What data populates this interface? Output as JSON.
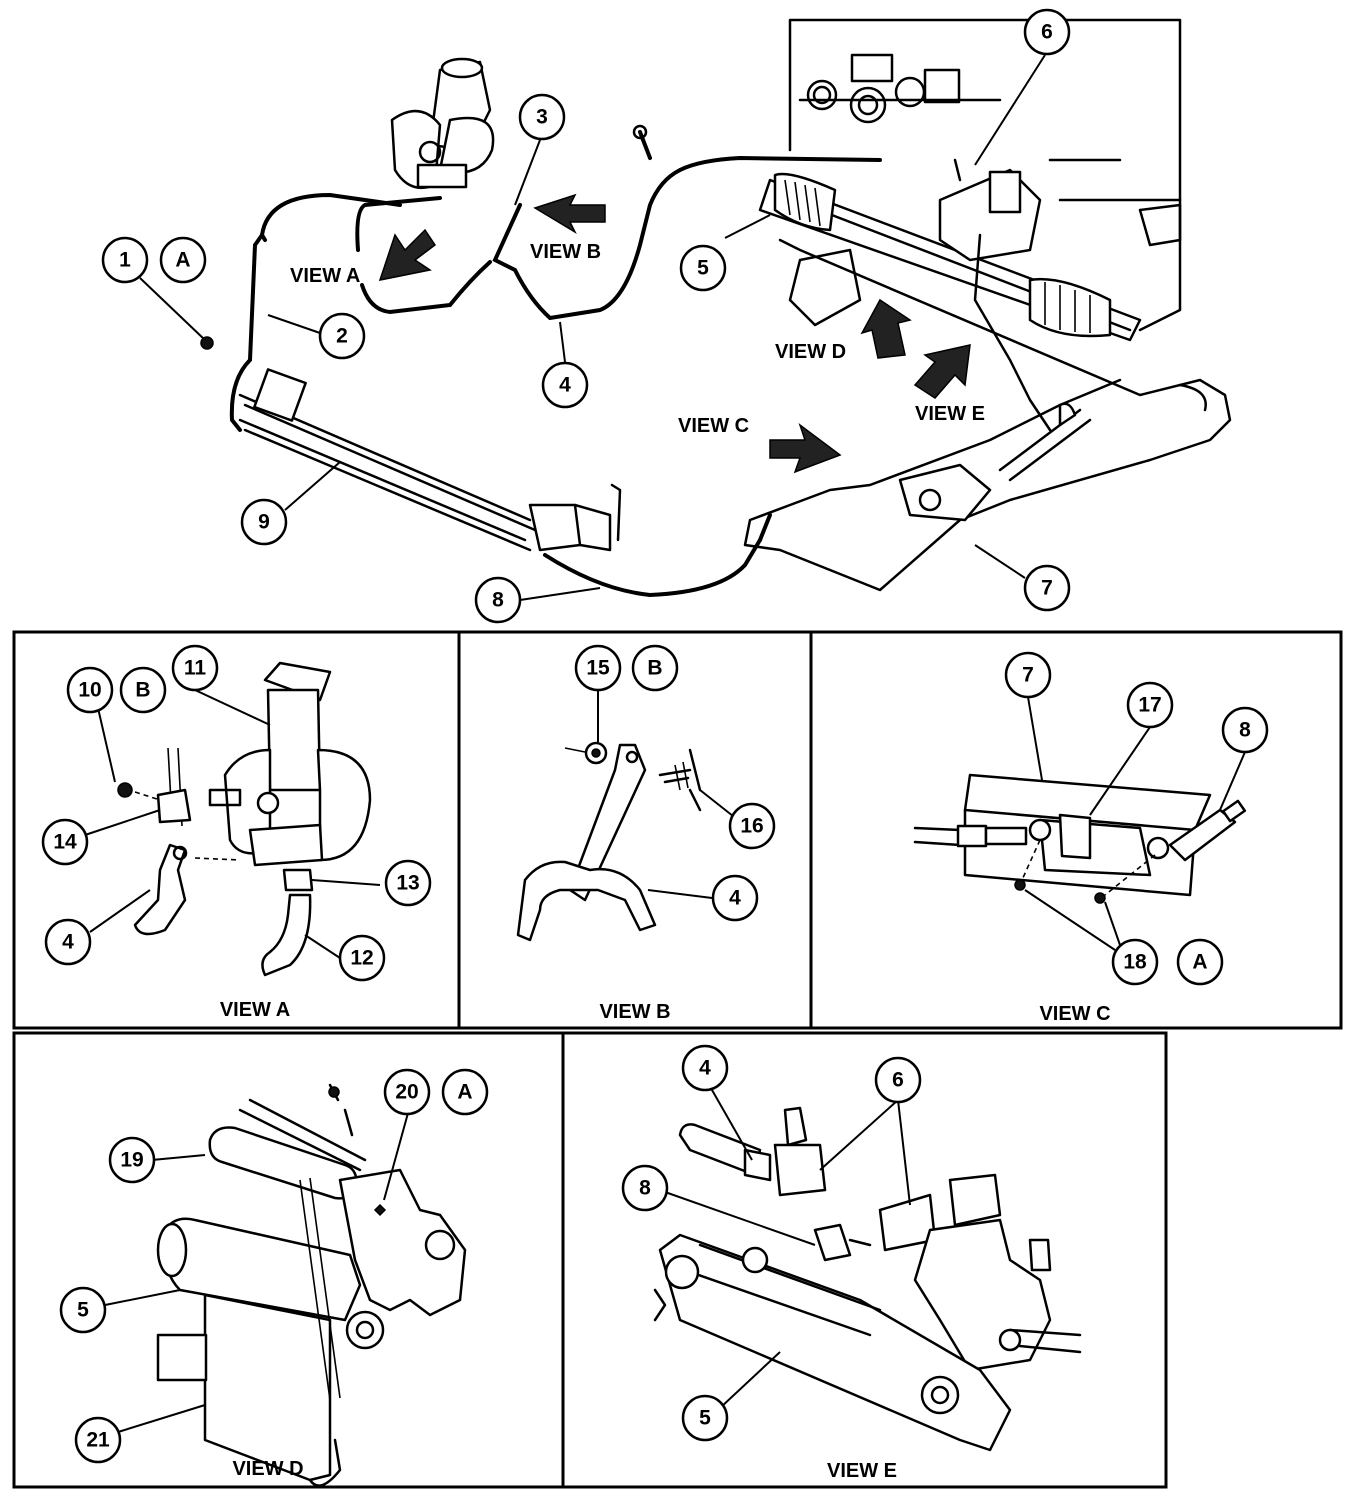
{
  "main_view": {
    "view_labels": {
      "a": "VIEW A",
      "b": "VIEW B",
      "c": "VIEW C",
      "d": "VIEW D",
      "e": "VIEW E"
    },
    "callouts": {
      "c1": "1",
      "c1_note": "A",
      "c2": "2",
      "c3": "3",
      "c4": "4",
      "c5": "5",
      "c6": "6",
      "c7": "7",
      "c8": "8",
      "c9": "9"
    }
  },
  "view_a": {
    "caption": "VIEW A",
    "callouts": {
      "c10": "10",
      "c10_note": "B",
      "c11": "11",
      "c12": "12",
      "c13": "13",
      "c14": "14",
      "c4": "4"
    }
  },
  "view_b": {
    "caption": "VIEW B",
    "callouts": {
      "c15": "15",
      "c15_note": "B",
      "c16": "16",
      "c4": "4"
    }
  },
  "view_c": {
    "caption": "VIEW C",
    "callouts": {
      "c7": "7",
      "c17": "17",
      "c8": "8",
      "c18": "18",
      "c18_note": "A"
    }
  },
  "view_d": {
    "caption": "VIEW D",
    "callouts": {
      "c19": "19",
      "c20": "20",
      "c20_note": "A",
      "c5": "5",
      "c21": "21"
    }
  },
  "view_e": {
    "caption": "VIEW E",
    "callouts": {
      "c4": "4",
      "c6": "6",
      "c8": "8",
      "c5": "5"
    }
  }
}
